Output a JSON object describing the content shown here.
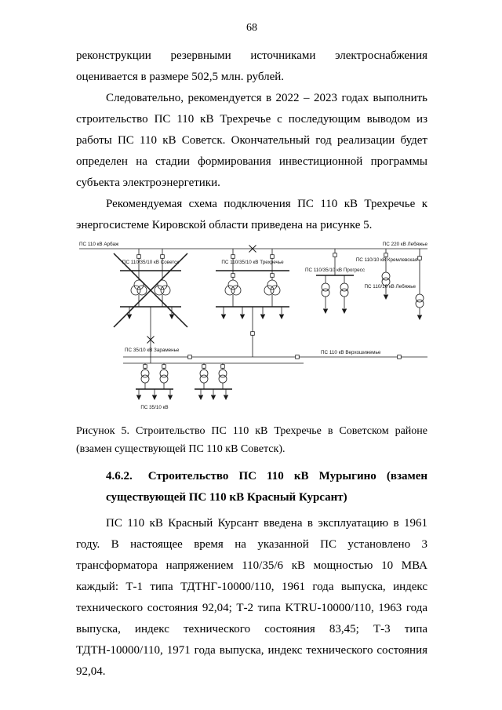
{
  "page": {
    "number": "68"
  },
  "content": {
    "p1": "реконструкции резервными источниками электроснабжения оценивается в размере 502,5 млн. рублей.",
    "p2": "Следовательно, рекомендуется в 2022 – 2023 годах выполнить строительство ПС 110 кВ Трехречье с последующим выводом из работы ПС 110 кВ Советск. Окончательный год реализации будет определен на стадии формирования инвестиционной программы субъекта электроэнергетики.",
    "p3": "Рекомендуемая схема подключения ПС 110 кВ Трехречье к энергосистеме Кировской области приведена на рисунке 5.",
    "p4": "ПС 110 кВ Красный Курсант введена в эксплуатацию в 1961 году. В настоящее время на указанной ПС установлено 3 трансформатора напряжением 110/35/6 кВ мощностью 10 МВА каждый: Т-1 типа ТДТНГ-10000/110, 1961 года выпуска, индекс технического состояния 92,04; Т-2 типа KTRU-10000/110, 1963 года выпуска, индекс технического состояния 83,45; Т-3 типа ТДТН-10000/110, 1971 года выпуска, индекс технического состояния 92,04."
  },
  "section": {
    "number": "4.6.2.",
    "title": "Строительство ПС 110 кВ Мурыгино (взамен существующей ПС 110 кВ Красный Курсант)"
  },
  "figure": {
    "caption": "Рисунок 5. Строительство ПС 110 кВ Трехречье в Советском районе (взамен существующей ПС 110 кВ Советск).",
    "labels": {
      "arbazh": "ПС 110 кВ Арбаж",
      "lebyazhye220": "ПС 220 кВ Лебяжье",
      "sovetsk": "ПС 110/35/10 кВ Советск",
      "trekhrechye": "ПС 110/35/10 кВ Трехречье",
      "progress": "ПС 110/35/10 кВ Прогресс",
      "kremlevskaya": "ПС 110/10 кВ Кремлевская",
      "lebyazhye110": "ПС 110/10 кВ Лебяжье",
      "verkhoshizhemye": "ПС 110 кВ Верхошижемье",
      "zaramenye": "ПС 35/10 кВ Зараменье",
      "ps3510": "ПС 35/10 кВ"
    }
  }
}
